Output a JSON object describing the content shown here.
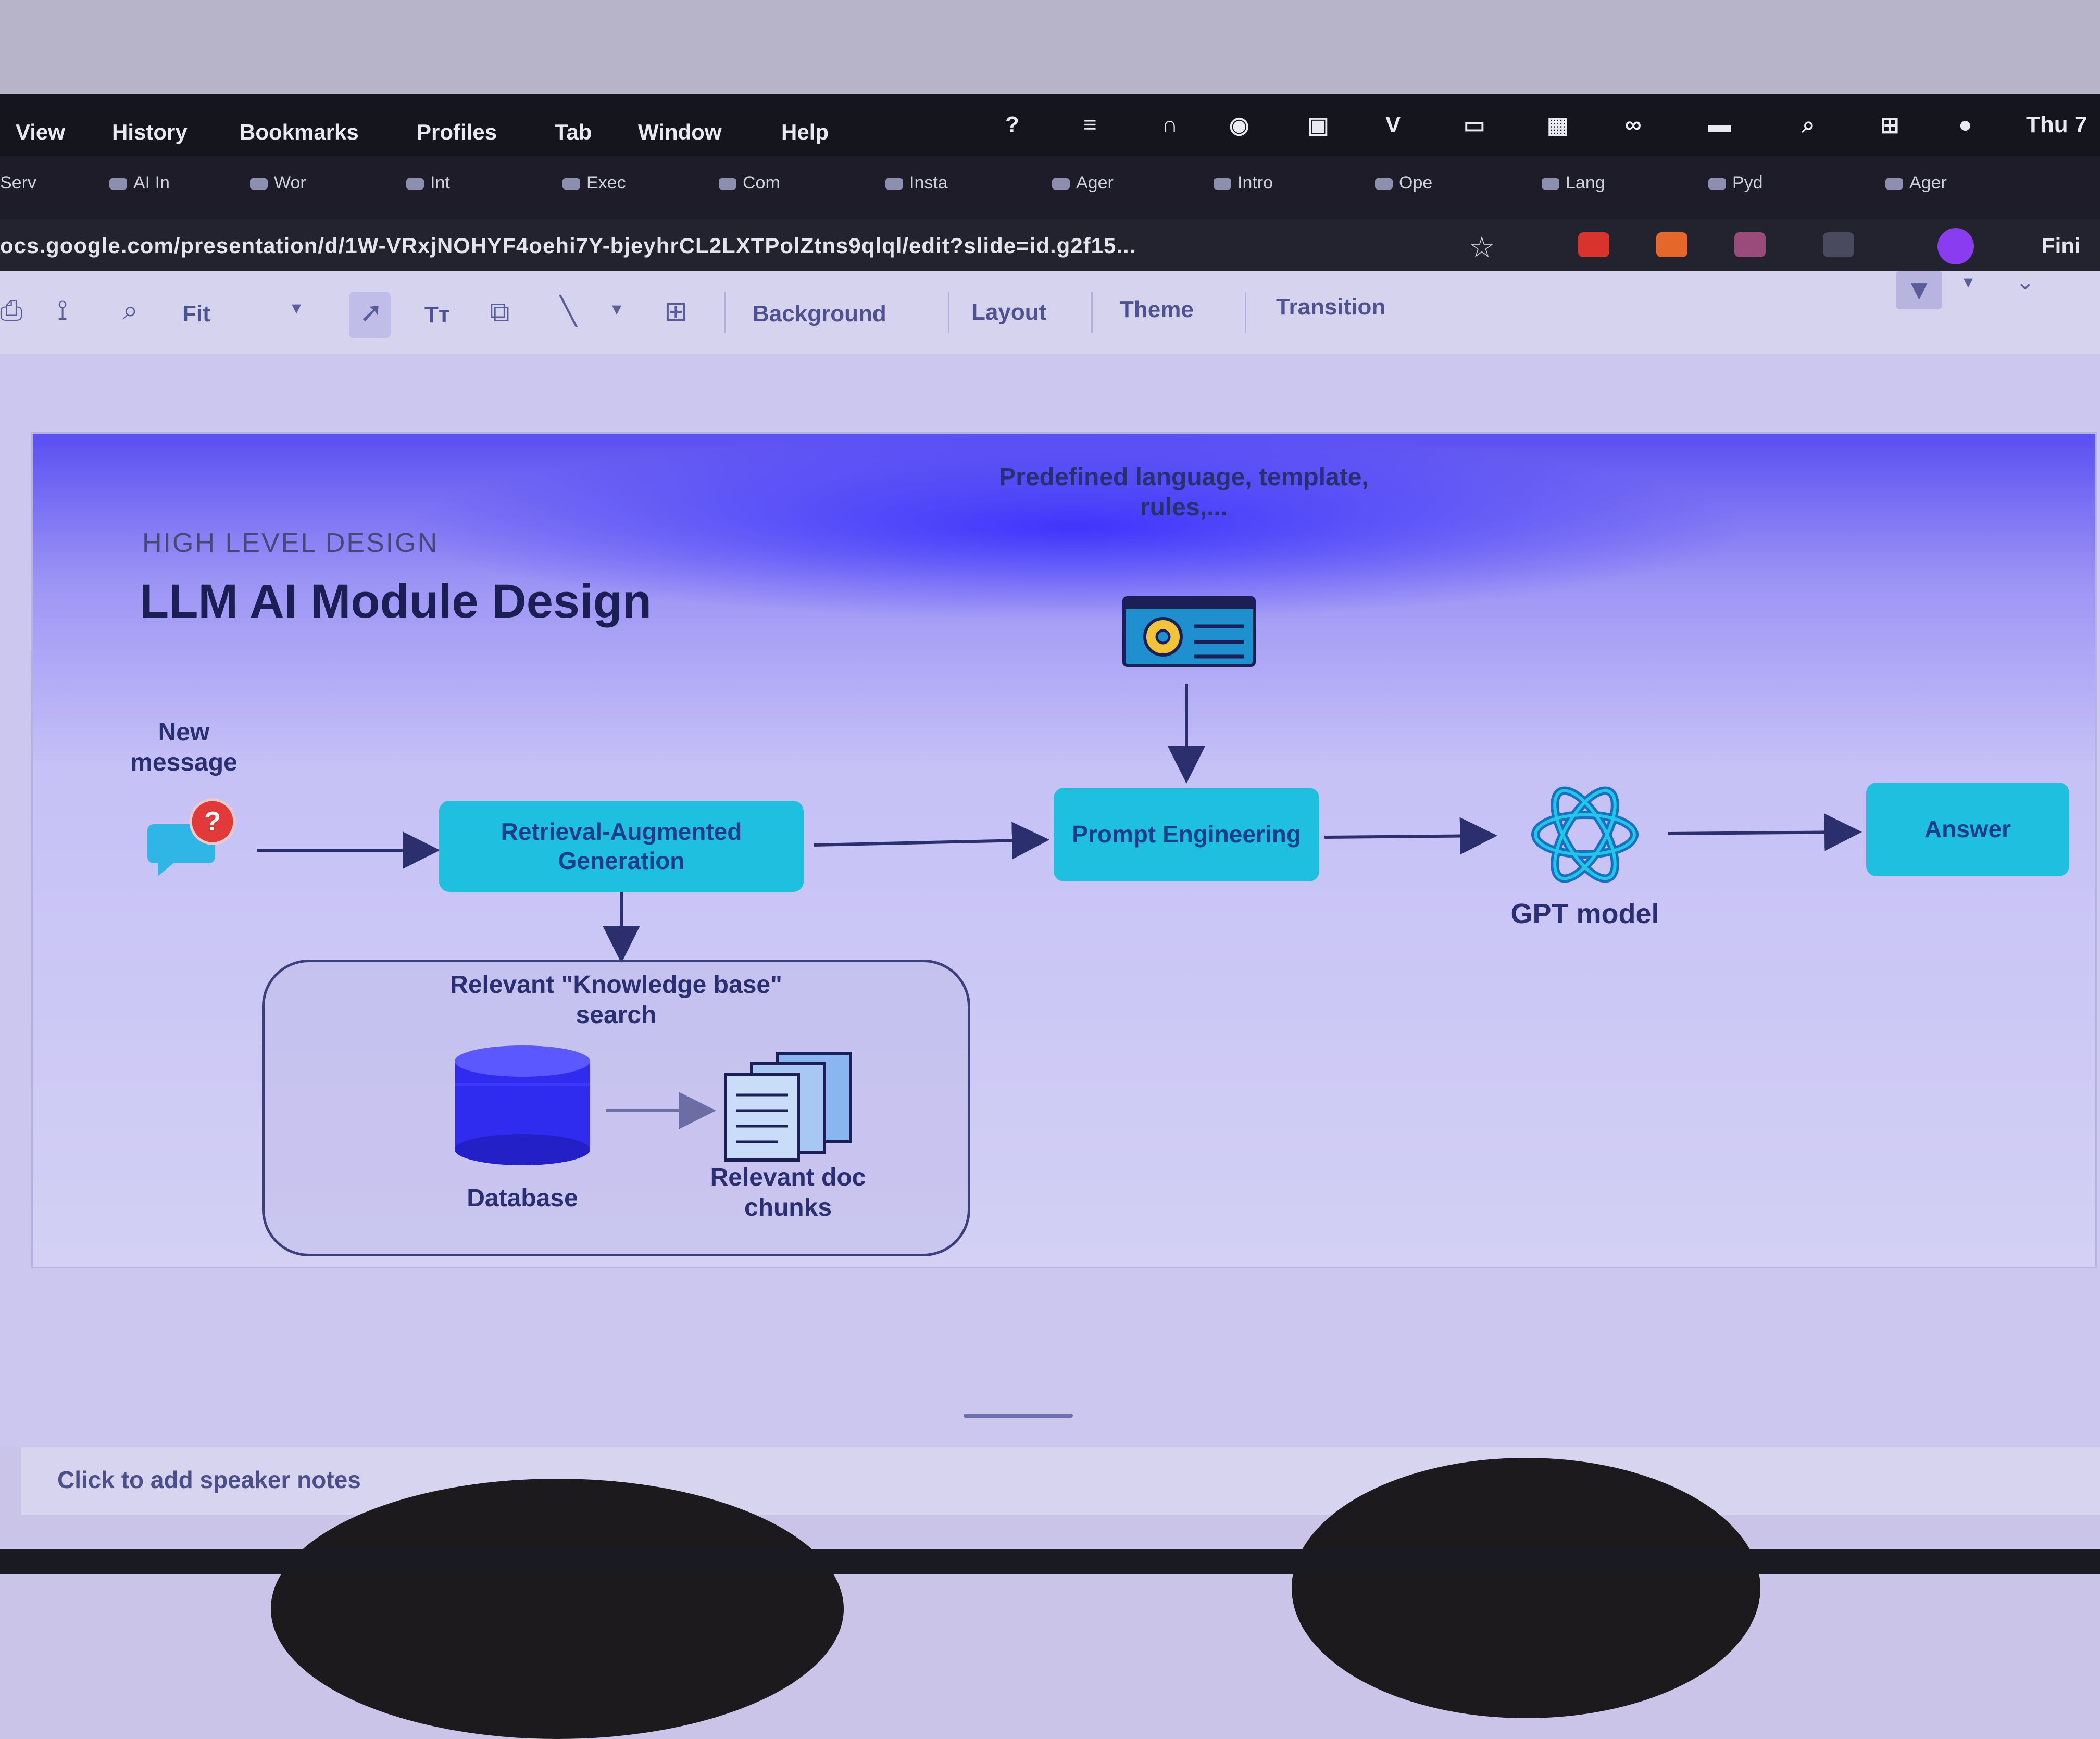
{
  "os_menu": {
    "items": [
      "View",
      "History",
      "Bookmarks",
      "Profiles",
      "Tab",
      "Window",
      "Help"
    ],
    "clock": "Thu 7"
  },
  "bookmarks": [
    "Serv",
    "AI In",
    "Wor",
    "Int",
    "Exec",
    "Com",
    "Insta",
    "Ager",
    "Intro",
    "Ope",
    "Lang",
    "Pyd",
    "Ager"
  ],
  "url": "ocs.google.com/presentation/d/1W-VRxjNOHYF4oehi7Y-bjeyhrCL2LXTPolZtns9qlql/edit?slide=id.g2f15...",
  "finish_label": "Fini",
  "toolbar": {
    "zoom": "Fit",
    "buttons": [
      "Background",
      "Layout",
      "Theme",
      "Transition"
    ]
  },
  "slide": {
    "kicker": "HIGH LEVEL DESIGN",
    "title": "LLM AI Module Design",
    "nodes": {
      "new_message": "New message",
      "rag": "Retrieval-Augmented Generation",
      "predefined": "Predefined language, template, rules,...",
      "prompt": "Prompt Engineering",
      "gpt": "GPT model",
      "answer": "Answer",
      "kb_title": "Relevant \"Knowledge base\" search",
      "database": "Database",
      "chunks": "Relevant doc chunks"
    },
    "colors": {
      "node_fill": "#1fbfe0",
      "node_text": "#1a3f8a",
      "database_blue": "#2f2cf0",
      "question_red": "#e23a3a"
    }
  },
  "notes": {
    "placeholder": "Click to add speaker notes"
  }
}
